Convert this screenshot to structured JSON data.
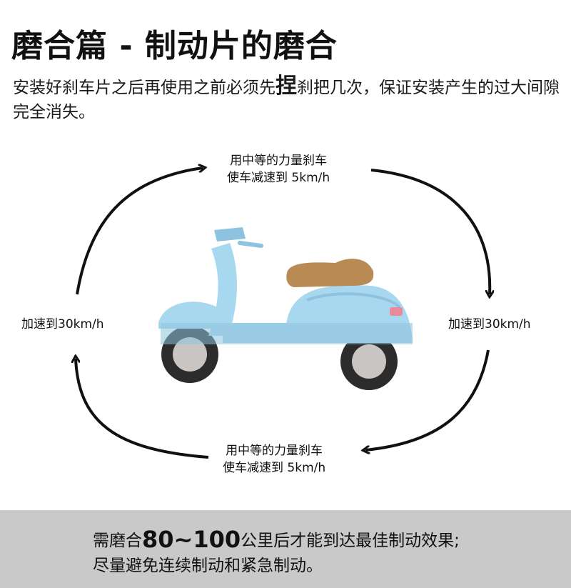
{
  "title": "磨合篇 - 制动片的磨合",
  "intro": {
    "before": "安装好刹车片之后再使用之前必须先",
    "emphasis": "捏",
    "after": "刹把几次，保证安装产生的过大间隙完全消失。"
  },
  "cycle": {
    "top": [
      "用中等的力量刹车",
      "使车减速到 5km/h"
    ],
    "right": "加速到30km/h",
    "bottom": [
      "用中等的力量刹车",
      "使车减速到 5km/h"
    ],
    "left": "加速到30km/h"
  },
  "footer": {
    "prefix": "需磨合",
    "highlight": "80~100",
    "suffix": "公里后才能到达最佳制动效果;",
    "line2": "尽量避免连续制动和紧急制动。"
  },
  "colors": {
    "scooter_body": "#a8d8ef",
    "scooter_shadow": "#8ec3df",
    "seat": "#b98a54",
    "tire": "#2c2c2c",
    "hub": "#c9c5c3",
    "footer_bg": "#c9c9c9"
  }
}
